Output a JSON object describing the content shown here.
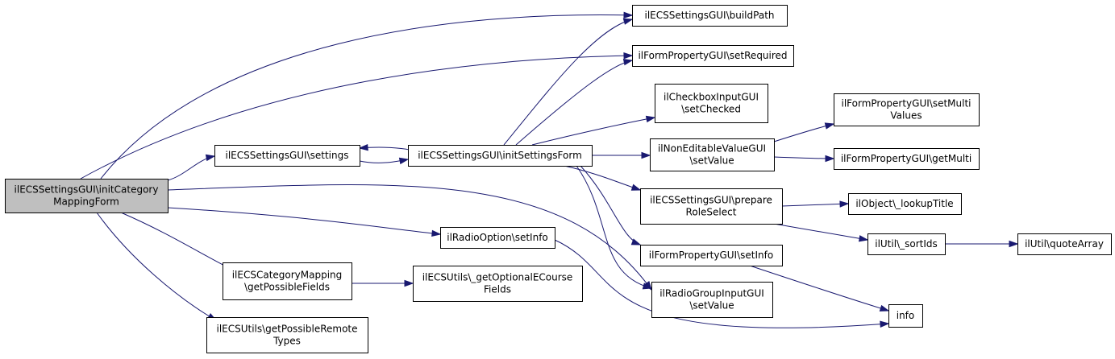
{
  "colors": {
    "node_fill": "#ffffff",
    "root_fill": "#bfbfbf",
    "border": "#000000",
    "edge": "#191970"
  },
  "nodes": [
    {
      "id": "root",
      "lines": [
        "ilECSSettingsGUI\\initCategory",
        "MappingForm"
      ],
      "root": true
    },
    {
      "id": "settings",
      "lines": [
        "ilECSSettingsGUI\\settings"
      ]
    },
    {
      "id": "initSettingsForm",
      "lines": [
        "ilECSSettingsGUI\\initSettingsForm"
      ]
    },
    {
      "id": "buildPath",
      "lines": [
        "ilECSSettingsGUI\\buildPath"
      ]
    },
    {
      "id": "setRequired",
      "lines": [
        "ilFormPropertyGUI\\setRequired"
      ]
    },
    {
      "id": "setChecked",
      "lines": [
        "ilCheckboxInputGUI",
        "\\setChecked"
      ]
    },
    {
      "id": "nevSetValue",
      "lines": [
        "ilNonEditableValueGUI",
        "\\setValue"
      ]
    },
    {
      "id": "setMultiValues",
      "lines": [
        "ilFormPropertyGUI\\setMulti",
        "Values"
      ]
    },
    {
      "id": "getMulti",
      "lines": [
        "ilFormPropertyGUI\\getMulti"
      ]
    },
    {
      "id": "prepareRoleSelect",
      "lines": [
        "ilECSSettingsGUI\\prepare",
        "RoleSelect"
      ]
    },
    {
      "id": "lookupTitle",
      "lines": [
        "ilObject\\_lookupTitle"
      ]
    },
    {
      "id": "sortIds",
      "lines": [
        "ilUtil\\_sortIds"
      ]
    },
    {
      "id": "quoteArray",
      "lines": [
        "ilUtil\\quoteArray"
      ]
    },
    {
      "id": "fpSetInfo",
      "lines": [
        "ilFormPropertyGUI\\setInfo"
      ]
    },
    {
      "id": "rgSetValue",
      "lines": [
        "ilRadioGroupInputGUI",
        "\\setValue"
      ]
    },
    {
      "id": "info",
      "lines": [
        "info"
      ]
    },
    {
      "id": "roSetInfo",
      "lines": [
        "ilRadioOption\\setInfo"
      ]
    },
    {
      "id": "getPossibleFields",
      "lines": [
        "ilECSCategoryMapping",
        "\\getPossibleFields"
      ]
    },
    {
      "id": "getOptionalFields",
      "lines": [
        "ilECSUtils\\_getOptionalECourse",
        "Fields"
      ]
    },
    {
      "id": "getRemoteTypes",
      "lines": [
        "ilECSUtils\\getPossibleRemote",
        "Types"
      ]
    }
  ],
  "edges": [
    [
      "root",
      "buildPath"
    ],
    [
      "root",
      "setRequired"
    ],
    [
      "root",
      "settings"
    ],
    [
      "root",
      "rgSetValue"
    ],
    [
      "root",
      "roSetInfo"
    ],
    [
      "root",
      "getPossibleFields"
    ],
    [
      "root",
      "getRemoteTypes"
    ],
    [
      "settings",
      "initSettingsForm"
    ],
    [
      "initSettingsForm",
      "settings"
    ],
    [
      "initSettingsForm",
      "buildPath"
    ],
    [
      "initSettingsForm",
      "setRequired"
    ],
    [
      "initSettingsForm",
      "setChecked"
    ],
    [
      "initSettingsForm",
      "nevSetValue"
    ],
    [
      "initSettingsForm",
      "prepareRoleSelect"
    ],
    [
      "initSettingsForm",
      "fpSetInfo"
    ],
    [
      "initSettingsForm",
      "rgSetValue"
    ],
    [
      "nevSetValue",
      "setMultiValues"
    ],
    [
      "nevSetValue",
      "getMulti"
    ],
    [
      "prepareRoleSelect",
      "lookupTitle"
    ],
    [
      "prepareRoleSelect",
      "sortIds"
    ],
    [
      "sortIds",
      "quoteArray"
    ],
    [
      "fpSetInfo",
      "info"
    ],
    [
      "roSetInfo",
      "info"
    ],
    [
      "getPossibleFields",
      "getOptionalFields"
    ]
  ]
}
